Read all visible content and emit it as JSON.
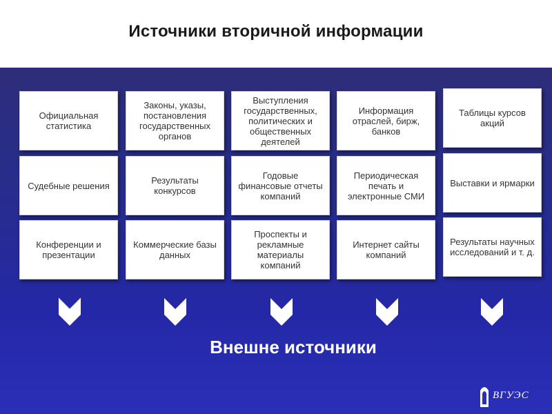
{
  "title": "Источники вторичной информации",
  "footer_label": "Внешне источники",
  "logo_text": "ВГУЭС",
  "columns": [
    {
      "cards": [
        "Официальная статистика",
        "Судебные решения",
        "Конференции и презентации"
      ]
    },
    {
      "cards": [
        "Законы, указы, постановления государственных органов",
        "Результаты конкурсов",
        "Коммерческие базы данных"
      ]
    },
    {
      "cards": [
        "Выступления государственных, политических и общественных деятелей",
        "Годовые финансовые отчеты компаний",
        "Проспекты и рекламные материалы компаний"
      ]
    },
    {
      "cards": [
        "Информация отраслей, бирж, банков",
        "Периодическая печать и электронные СМИ",
        "Интернет сайты компаний"
      ]
    },
    {
      "cards": [
        "Таблицы курсов акций",
        "Выставки и ярмарки",
        "Результаты научных исследований и т. д."
      ]
    }
  ],
  "colors": {
    "panel_top": "#2e2d7a",
    "panel_bottom": "#2a2fb8",
    "card_bg": "#ffffff",
    "card_text": "#333333",
    "chevron": "#ffffff"
  }
}
